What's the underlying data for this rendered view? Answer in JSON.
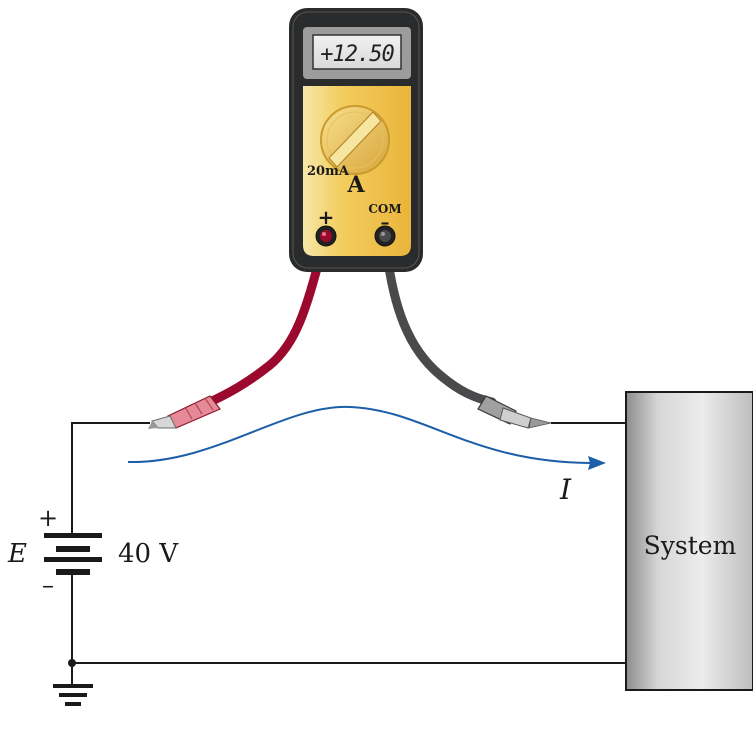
{
  "meter": {
    "reading": "+12.50",
    "range_label": "20mA",
    "mode_symbol": "A",
    "plus_terminal_label": "+",
    "com_label": "COM",
    "minus_terminal_label": "–"
  },
  "battery": {
    "symbol": "E",
    "voltage_label": "40 V",
    "plus_label": "+",
    "minus_label": "–"
  },
  "current": {
    "symbol": "I"
  },
  "system": {
    "label": "System"
  },
  "colors": {
    "meter_body": "#2a2b2c",
    "meter_face": "#f3cb59",
    "red_lead": "#9b0a2e",
    "black_lead": "#4a4a4c",
    "current_arrow": "#1c5fa8",
    "wire": "#1a1a1a",
    "system_box": "#c6c6c6"
  }
}
